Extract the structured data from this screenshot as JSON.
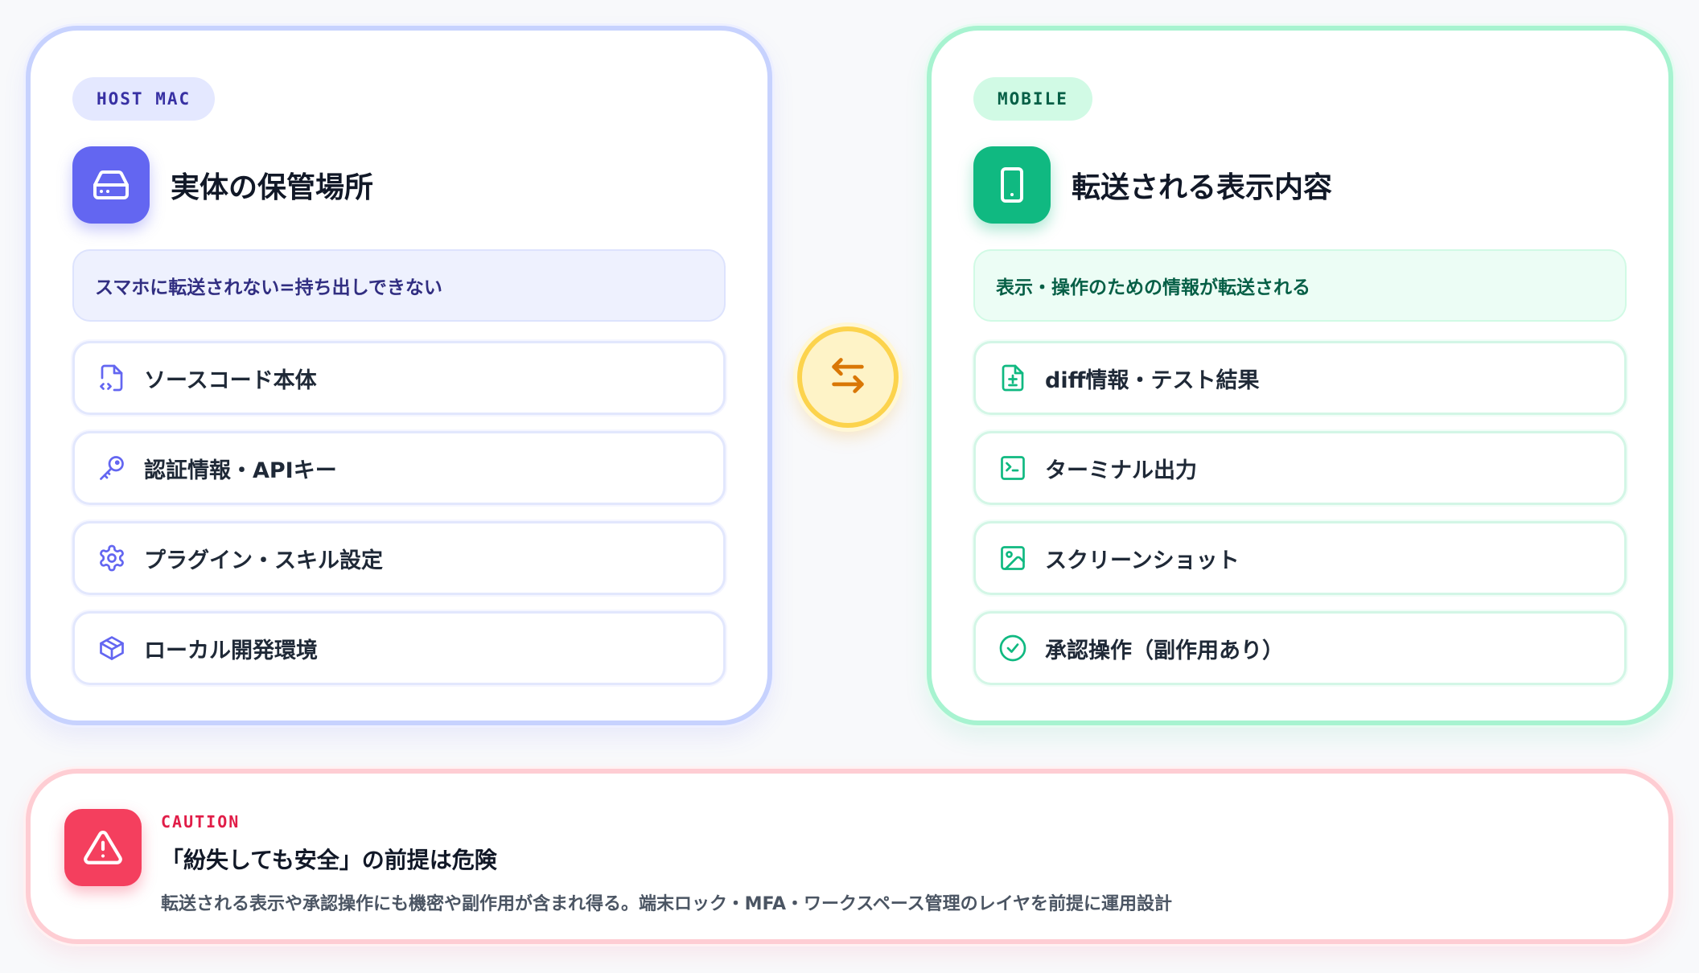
{
  "host": {
    "tag": "HOST MAC",
    "title": "実体の保管場所",
    "title_icon": "hard-drive-icon",
    "subtitle": "スマホに転送されない=持ち出しできない",
    "items": [
      {
        "label": "ソースコード本体",
        "icon": "code-file-icon"
      },
      {
        "label": "認証情報・APIキー",
        "icon": "key-icon"
      },
      {
        "label": "プラグイン・スキル設定",
        "icon": "gear-icon"
      },
      {
        "label": "ローカル開発環境",
        "icon": "package-icon"
      }
    ]
  },
  "mobile": {
    "tag": "MOBILE",
    "title": "転送される表示内容",
    "title_icon": "smartphone-icon",
    "subtitle": "表示・操作のための情報が転送される",
    "items": [
      {
        "label": "diff情報・テスト結果",
        "icon": "file-diff-icon"
      },
      {
        "label": "ターミナル出力",
        "icon": "terminal-icon"
      },
      {
        "label": "スクリーンショット",
        "icon": "image-icon"
      },
      {
        "label": "承認操作（副作用あり）",
        "icon": "check-circle-icon"
      }
    ]
  },
  "swap": {
    "icon": "arrows-swap-icon"
  },
  "caution": {
    "tag": "CAUTION",
    "title": "「紛失しても安全」の前提は危険",
    "text": "転送される表示や承認操作にも機密や副作用が含まれ得る。端末ロック・MFA・ワークスペース管理のレイヤを前提に運用設計",
    "icon": "warning-triangle-icon"
  },
  "colors": {
    "host_accent": "#6366f1",
    "mobile_accent": "#10b981",
    "swap_accent": "#f59e0b",
    "caution_accent": "#f43f5e"
  }
}
